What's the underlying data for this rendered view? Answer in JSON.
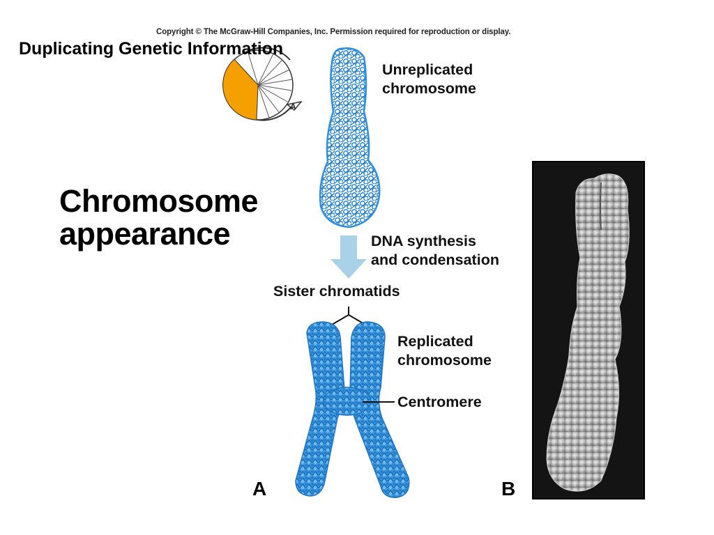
{
  "copyright": "Copyright © The McGraw-Hill Companies, Inc. Permission required for reproduction or display.",
  "slide_title": "Duplicating Genetic Information",
  "heading": {
    "line1": "Chromosome",
    "line2": "appearance"
  },
  "labels": {
    "unreplicated_line1": "Unreplicated",
    "unreplicated_line2": "chromosome",
    "dna_line1": "DNA synthesis",
    "dna_line2": "and condensation",
    "sister_chromatids": "Sister chromatids",
    "replicated_line1": "Replicated",
    "replicated_line2": "chromosome",
    "centromere": "Centromere"
  },
  "panels": {
    "a": "A",
    "b": "B"
  },
  "cycle_icon": {
    "letter": "A"
  },
  "colors": {
    "chromosome_blue": "#2f8fdc",
    "chromosome_dark": "#1868b4",
    "arrow_blue": "#a9d2e8",
    "cycle_orange": "#f5a000",
    "micrograph_bg": "#141414"
  }
}
